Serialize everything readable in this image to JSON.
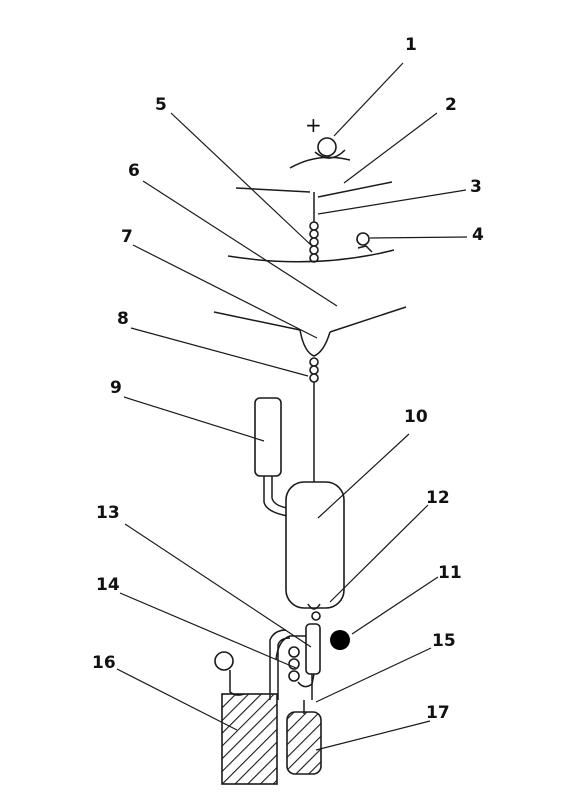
{
  "diagram": {
    "plus_symbol": "+",
    "callouts": [
      "1",
      "2",
      "3",
      "4",
      "5",
      "6",
      "7",
      "8",
      "9",
      "10",
      "11",
      "12",
      "13",
      "14",
      "15",
      "16",
      "17"
    ]
  },
  "colors": {
    "ink": "#1a1a1a",
    "background": "#ffffff"
  }
}
